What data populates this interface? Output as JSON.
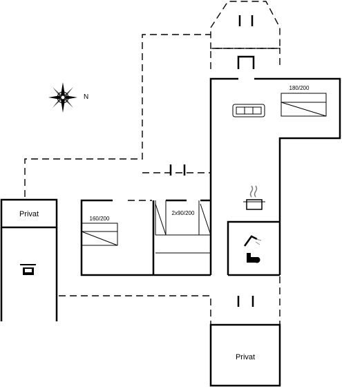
{
  "compass": {
    "north_label": "N"
  },
  "rooms": {
    "private_left": "Privat",
    "private_bottom": "Privat",
    "bedroom_top": "180/200",
    "bedroom_left": "160/200",
    "bedroom_mid": "2x90/200"
  },
  "icons": [
    "compass-rose-icon",
    "sofa-icon",
    "double-bed-icon",
    "single-bed-icon",
    "cooking-pot-icon",
    "shower-icon",
    "toilet-icon",
    "car-icon",
    "door-icon"
  ]
}
